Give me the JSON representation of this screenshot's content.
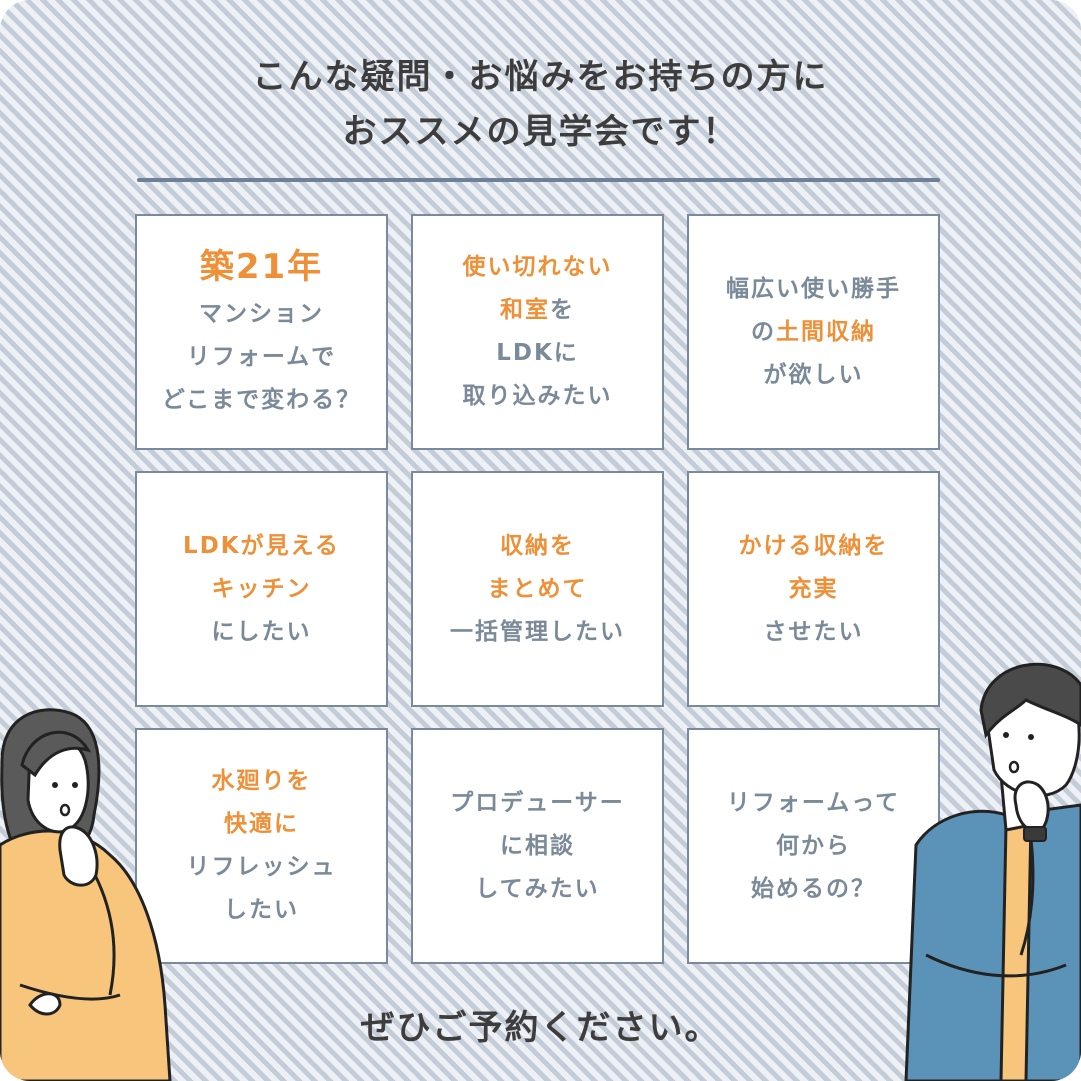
{
  "headline": {
    "line1": "こんな疑問・お悩みをお持ちの方に",
    "line2": "おススメの見学会です！"
  },
  "cards": [
    {
      "lines": [
        [
          {
            "t": "築21年",
            "o": true,
            "big": true
          }
        ],
        [
          {
            "t": "マンション"
          }
        ],
        [
          {
            "t": "リフォームで"
          }
        ],
        [
          {
            "t": "どこまで変わる？"
          }
        ]
      ]
    },
    {
      "lines": [
        [
          {
            "t": "使い切れない",
            "o": true
          }
        ],
        [
          {
            "t": "和室",
            "o": true
          },
          {
            "t": "を"
          }
        ],
        [
          {
            "t": "LDKに"
          }
        ],
        [
          {
            "t": "取り込みたい"
          }
        ]
      ]
    },
    {
      "lines": [
        [
          {
            "t": "幅広い使い勝手"
          }
        ],
        [
          {
            "t": "の"
          },
          {
            "t": "土間収納",
            "o": true
          }
        ],
        [
          {
            "t": "が欲しい"
          }
        ]
      ]
    },
    {
      "lines": [
        [
          {
            "t": "LDKが見える",
            "o": true
          }
        ],
        [
          {
            "t": "キッチン",
            "o": true
          }
        ],
        [
          {
            "t": "にしたい"
          }
        ]
      ]
    },
    {
      "lines": [
        [
          {
            "t": "収納を",
            "o": true
          }
        ],
        [
          {
            "t": "まとめて",
            "o": true
          }
        ],
        [
          {
            "t": "一括管理したい"
          }
        ]
      ]
    },
    {
      "lines": [
        [
          {
            "t": "かける収納を",
            "o": true
          }
        ],
        [
          {
            "t": "充実",
            "o": true
          }
        ],
        [
          {
            "t": "させたい"
          }
        ]
      ]
    },
    {
      "lines": [
        [
          {
            "t": "水廻りを",
            "o": true
          }
        ],
        [
          {
            "t": "快適に",
            "o": true
          }
        ],
        [
          {
            "t": "リフレッシュ"
          }
        ],
        [
          {
            "t": "したい"
          }
        ]
      ]
    },
    {
      "lines": [
        [
          {
            "t": "プロデューサー"
          }
        ],
        [
          {
            "t": "に相談"
          }
        ],
        [
          {
            "t": "してみたい"
          }
        ]
      ]
    },
    {
      "lines": [
        [
          {
            "t": "リフォームって"
          }
        ],
        [
          {
            "t": "何から"
          }
        ],
        [
          {
            "t": "始めるの？"
          }
        ]
      ]
    }
  ],
  "footer": "ぜひご予約ください。",
  "colors": {
    "accent": "#ee9038",
    "text_gray": "#7a8a99",
    "heading": "#3d3d3d",
    "woman_top": "#f7c57c",
    "man_shirt": "#5b93b8"
  },
  "illustrations": [
    "thinking-woman",
    "thinking-man"
  ]
}
